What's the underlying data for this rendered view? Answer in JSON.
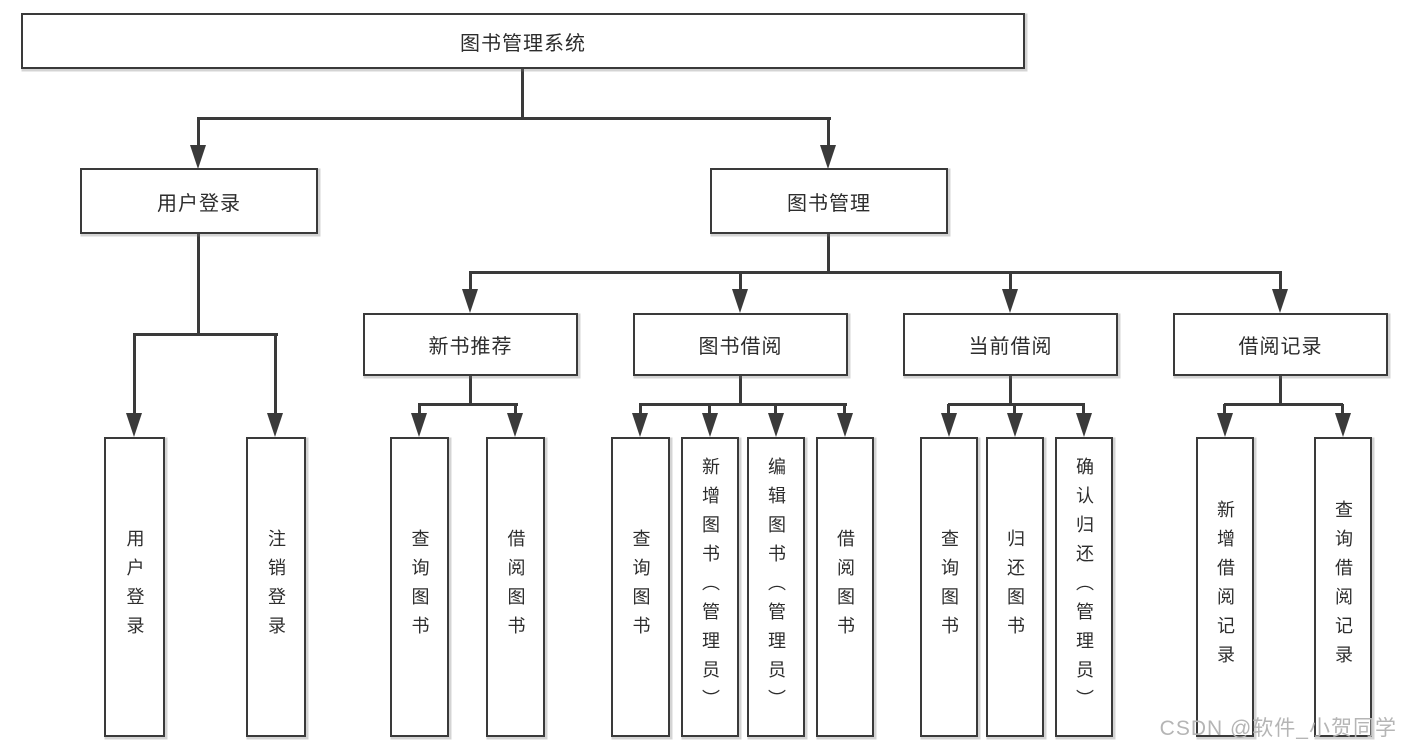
{
  "diagram": {
    "title": "图书管理系统",
    "level2": [
      {
        "label": "用户登录"
      },
      {
        "label": "图书管理"
      }
    ],
    "level3": [
      {
        "label": "新书推荐"
      },
      {
        "label": "图书借阅"
      },
      {
        "label": "当前借阅"
      },
      {
        "label": "借阅记录"
      }
    ],
    "leaves": [
      {
        "label": "用户登录"
      },
      {
        "label": "注销登录"
      },
      {
        "label": "查询图书"
      },
      {
        "label": "借阅图书"
      },
      {
        "label": "查询图书"
      },
      {
        "label": "新增图书（管理员）"
      },
      {
        "label": "编辑图书（管理员）"
      },
      {
        "label": "借阅图书"
      },
      {
        "label": "查询图书"
      },
      {
        "label": "归还图书"
      },
      {
        "label": "确认归还（管理员）"
      },
      {
        "label": "新增借阅记录"
      },
      {
        "label": "查询借阅记录"
      }
    ]
  },
  "watermark": "CSDN @软件_小贺同学",
  "colors": {
    "line": "#3a3a3a",
    "text": "#2d2d2d",
    "background": "#ffffff",
    "watermark": "#b5b5b5"
  }
}
